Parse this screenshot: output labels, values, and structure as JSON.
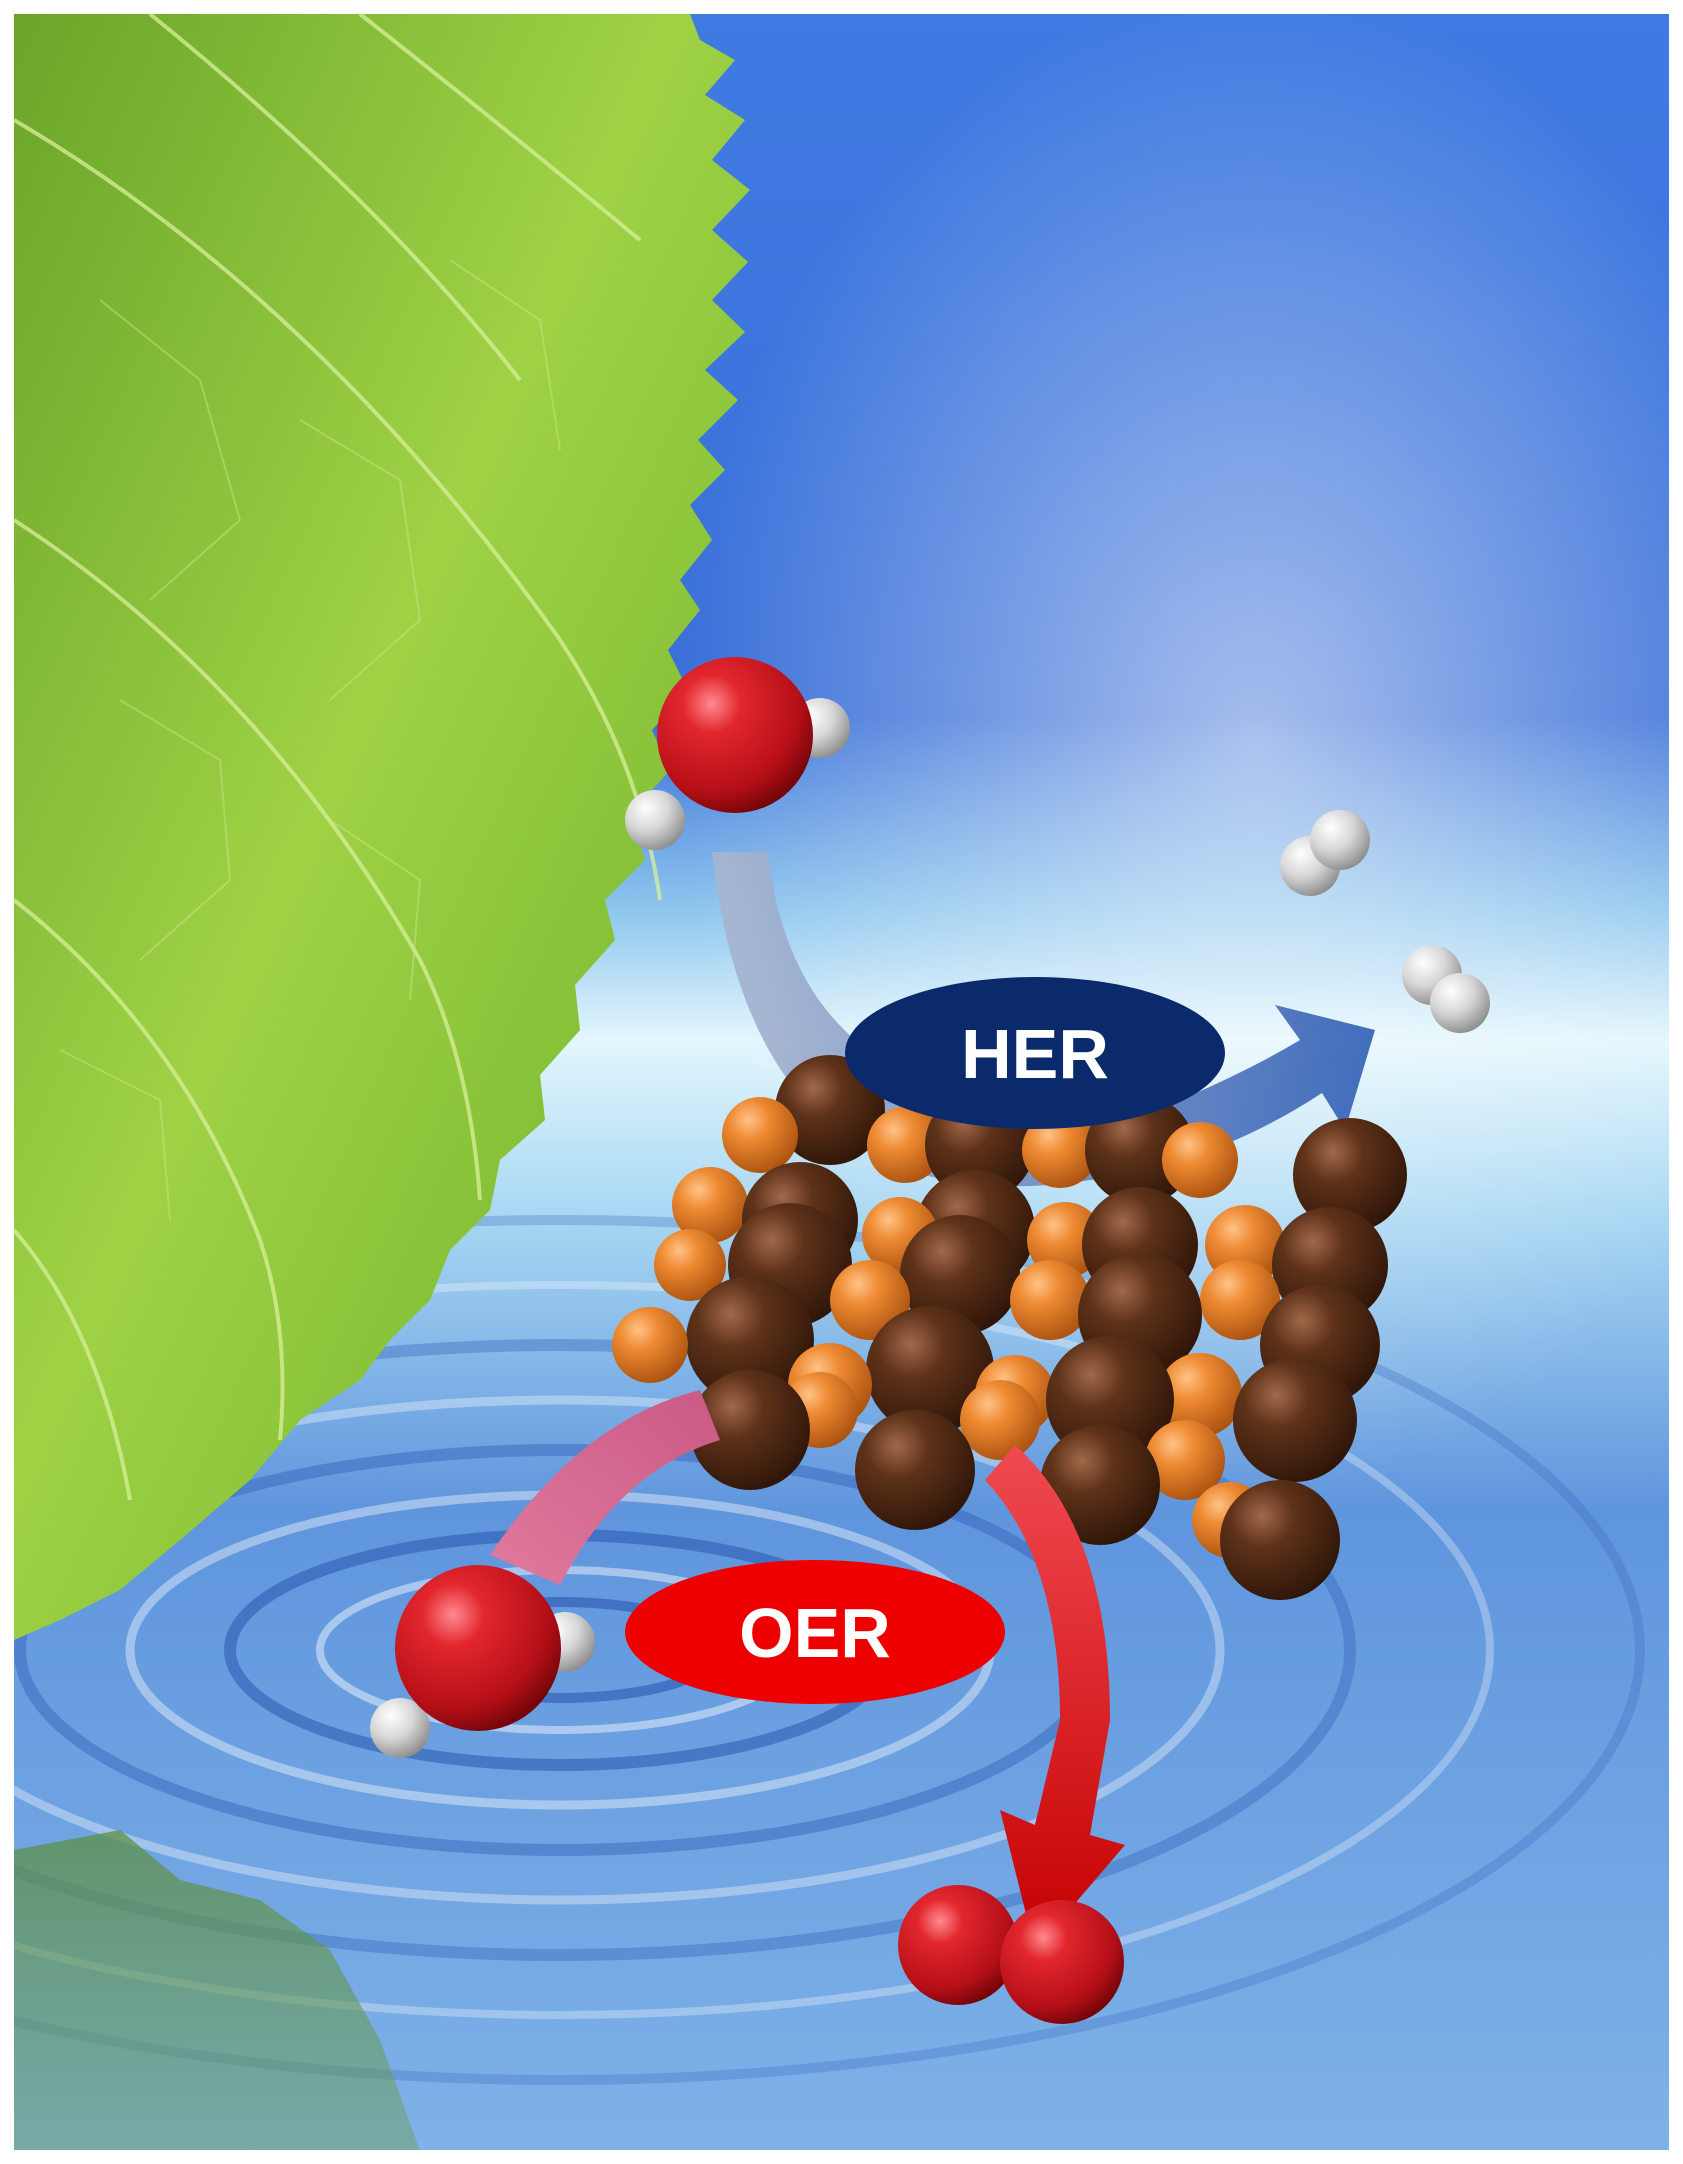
{
  "labels": {
    "her": "HER",
    "oer": "OER"
  },
  "colors": {
    "sky_top": "#3f78e0",
    "sky_mid": "#3d6fd8",
    "water_light": "#d9f1fb",
    "water_deep": "#4a7fd6",
    "leaf_light": "#b8e05a",
    "leaf_dark": "#4e8a1f",
    "her_badge": "#0b2a6b",
    "oer_badge": "#ef0000",
    "her_arrow": "#5a79c0",
    "oer_arrow_light": "#e98aa6",
    "oer_arrow_dark": "#cc0000",
    "oxygen_atom": "#c8141d",
    "hydrogen_atom": "#d9d9d9",
    "metal_atom": "#5b2f17",
    "nonmetal_atom": "#e6822e"
  },
  "molecules": {
    "water": 2,
    "h2": 2,
    "o2": 1
  }
}
